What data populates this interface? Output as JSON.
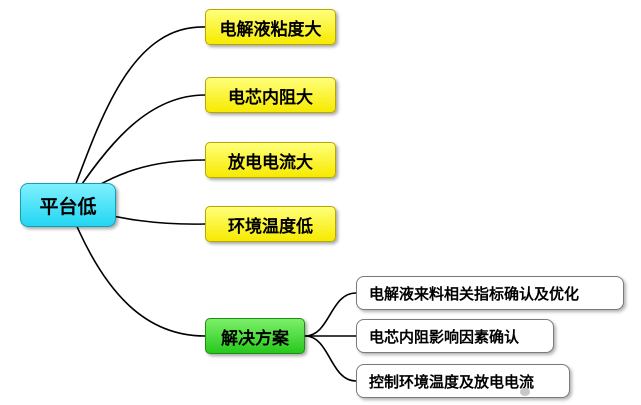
{
  "root": {
    "label": "平台低"
  },
  "causes": [
    {
      "label": "电解液粘度大"
    },
    {
      "label": "电芯内阻大"
    },
    {
      "label": "放电电流大"
    },
    {
      "label": "环境温度低"
    }
  ],
  "solution": {
    "label": "解决方案",
    "items": [
      {
        "label": "电解液来料相关指标确认及优化"
      },
      {
        "label": "电芯内阻影响因素确认"
      },
      {
        "label": "控制环境温度及放电电流"
      }
    ]
  },
  "colors": {
    "root": "#22d6f2",
    "cause": "#f7ea00",
    "solution": "#27c81c",
    "connector": "#000000"
  }
}
